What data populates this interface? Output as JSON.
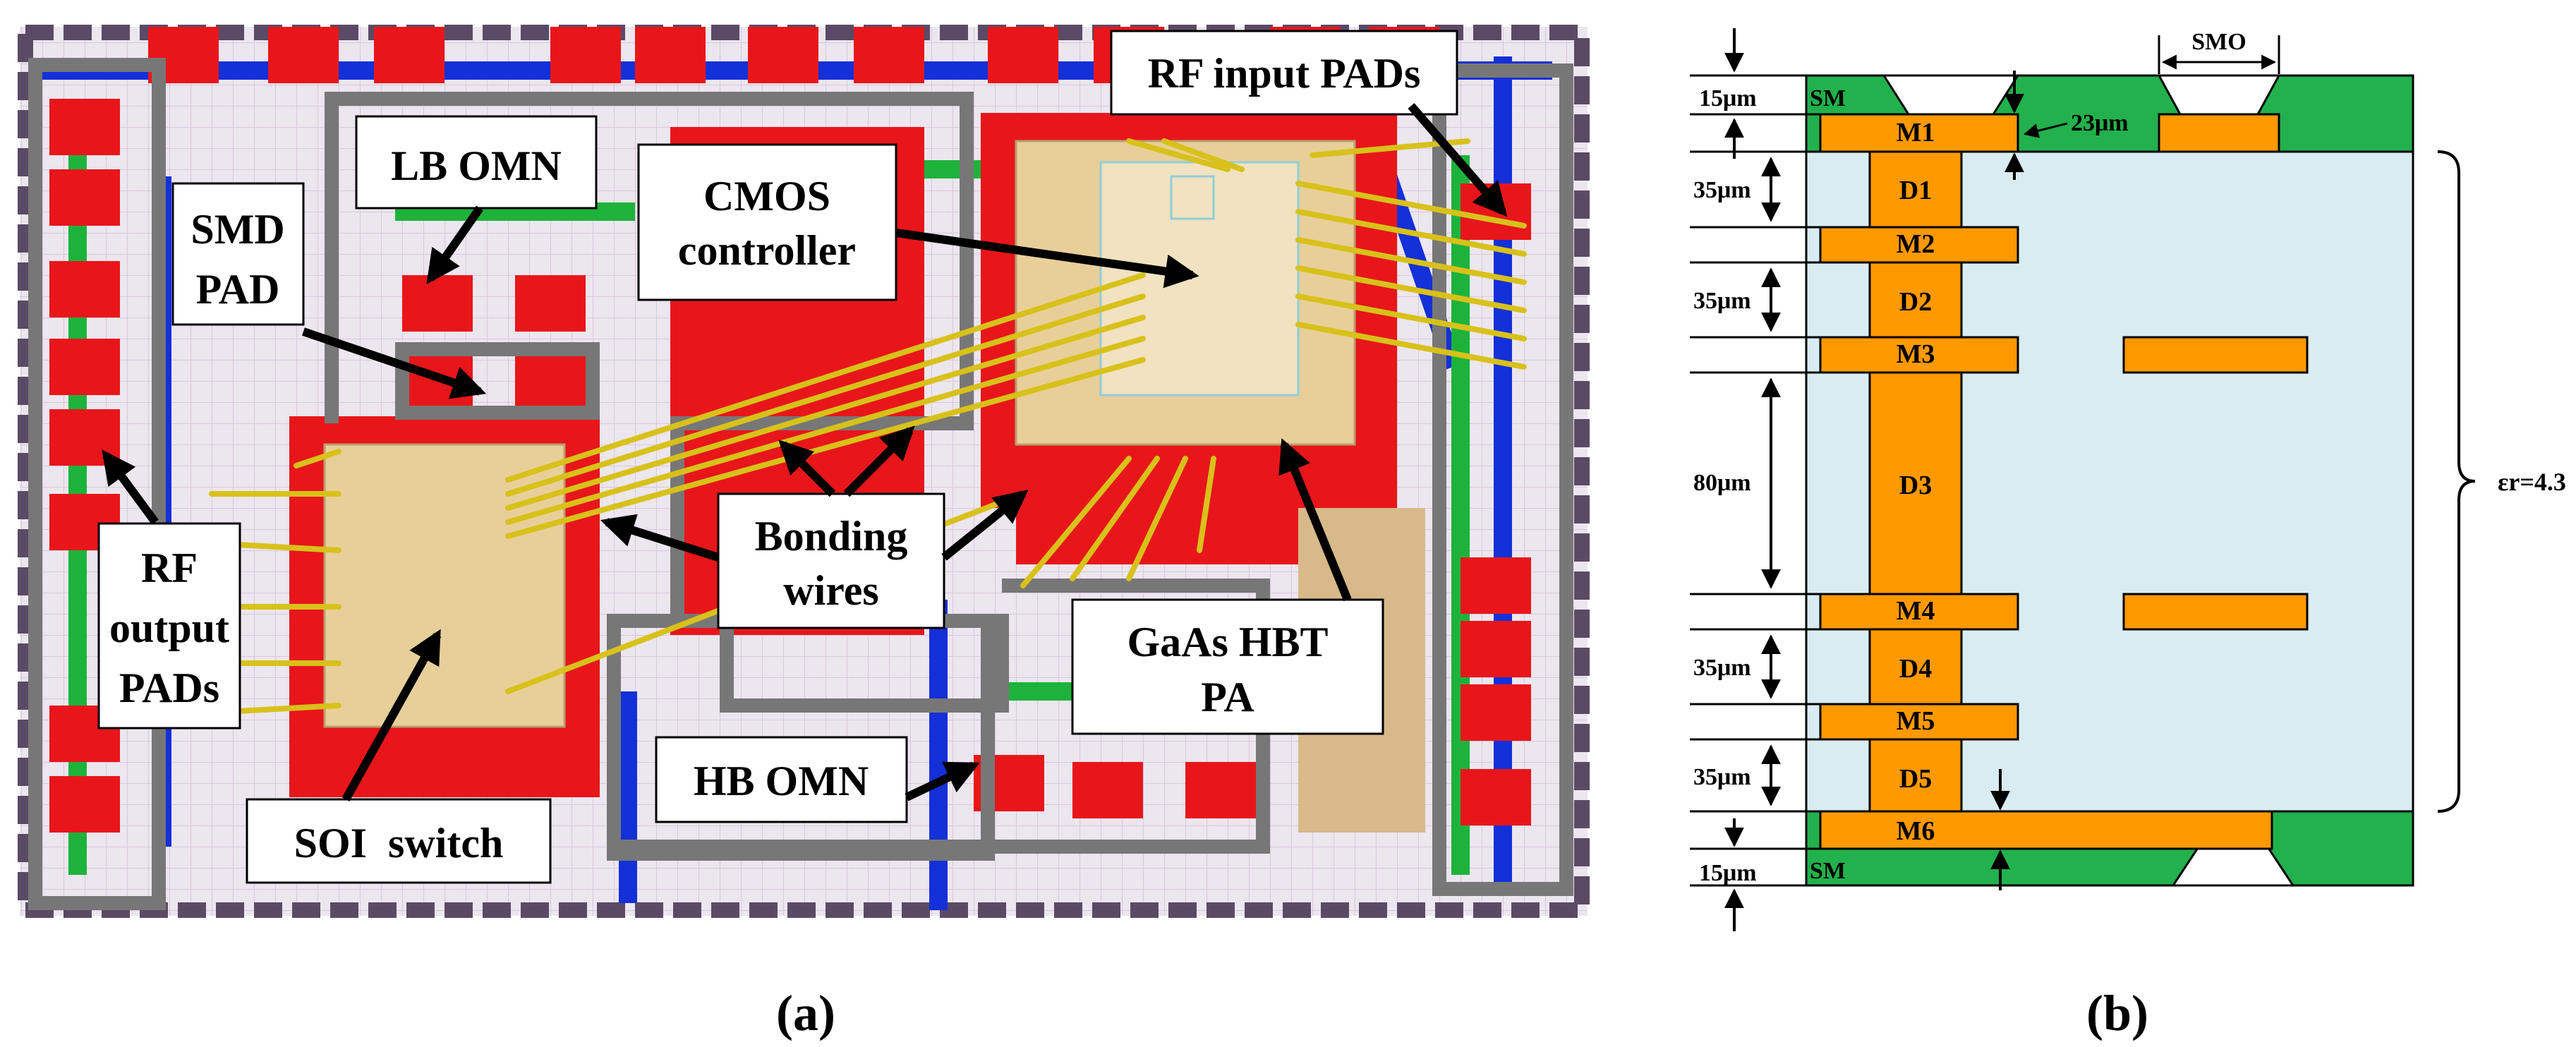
{
  "panel_a": {
    "caption": "(a)",
    "labels": {
      "rf_input_pads": "RF input PADs",
      "lb_omn": "LB OMN",
      "cmos_line1": "CMOS",
      "cmos_line2": "controller",
      "smd_line1": "SMD",
      "smd_line2": "PAD",
      "rf_out_line1": "RF",
      "rf_out_line2": "output",
      "rf_out_line3": "PADs",
      "bonding_line1": "Bonding",
      "bonding_line2": "wires",
      "gaas_line1": "GaAs HBT",
      "gaas_line2": "PA",
      "hb_omn": "HB OMN",
      "soi_switch": "SOI  switch"
    },
    "colors": {
      "pad_red": "#e8161a",
      "trace_green": "#1db33b",
      "trace_blue": "#1430d8",
      "outline_gray": "#777777",
      "die_tan": "#e8cf9a",
      "wire_yellow": "#d8c11a",
      "bg_light": "#ece6ef",
      "frame_purple": "#5b4a66"
    }
  },
  "panel_b": {
    "caption": "(b)",
    "metals": [
      "M1",
      "M2",
      "M3",
      "M4",
      "M5",
      "M6"
    ],
    "dielectrics": [
      "D1",
      "D2",
      "D3",
      "D4",
      "D5"
    ],
    "solder_mask_top": "SM",
    "solder_mask_bottom": "SM",
    "smo": "SMO",
    "dims": {
      "sm_top": "15μm",
      "metal_thickness": "23μm",
      "d1": "35μm",
      "d2": "35μm",
      "d3": "80μm",
      "d4": "35μm",
      "d5": "35μm",
      "sm_bottom": "15μm"
    },
    "permittivity": "εr=4.3",
    "colors": {
      "solder_mask": "#22b14c",
      "metal": "#ff9900",
      "dielectric": "#d9ecf2",
      "opening": "#ffffff"
    }
  }
}
